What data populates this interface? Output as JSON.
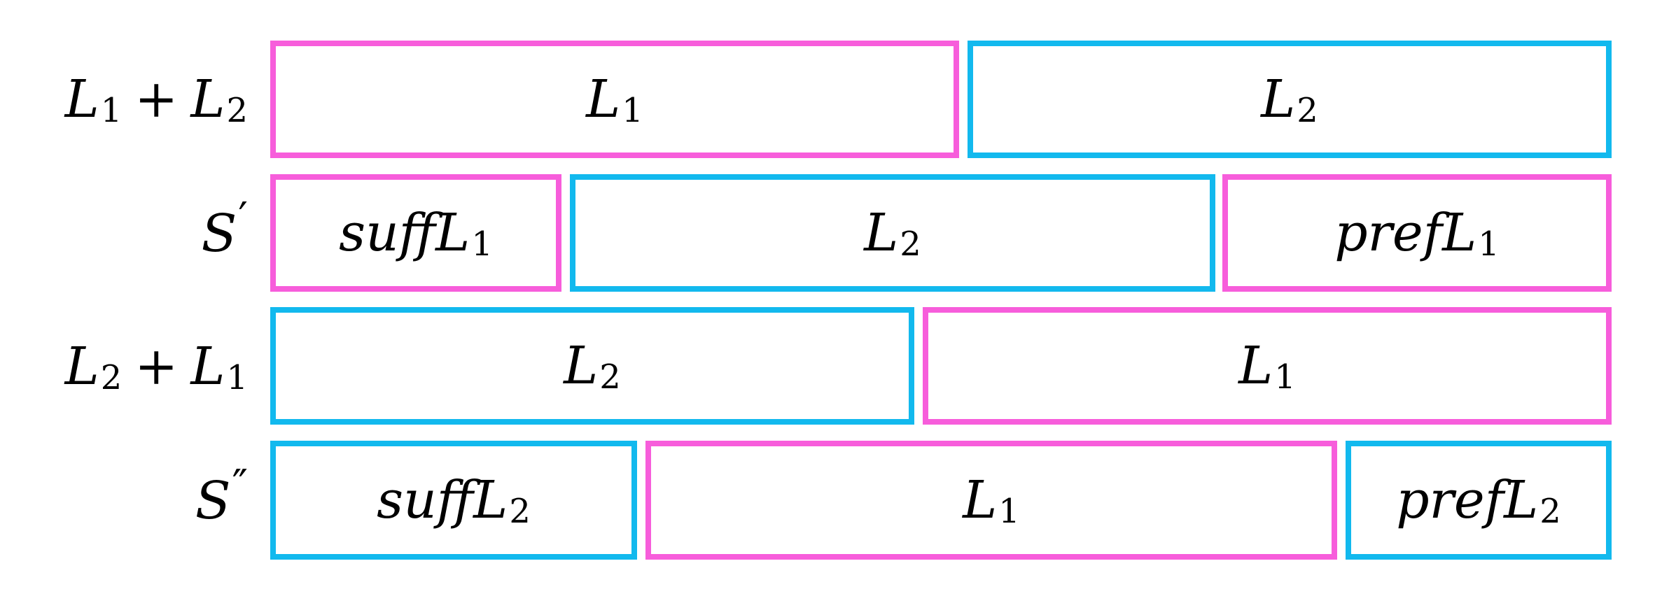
{
  "colors": {
    "pink": "#f75ddb",
    "blue": "#12b9ee"
  },
  "rows": [
    {
      "label": {
        "a": "L",
        "a_sub": "1",
        "op": "+",
        "b": "L",
        "b_sub": "2"
      },
      "segments": [
        {
          "color": "pink",
          "main": "L",
          "sub": "1"
        },
        {
          "color": "blue",
          "main": "L",
          "sub": "2"
        }
      ]
    },
    {
      "label": {
        "main": "S",
        "prime": "′"
      },
      "segments": [
        {
          "color": "pink",
          "main": "suffL",
          "sub": "1"
        },
        {
          "color": "blue",
          "main": "L",
          "sub": "2"
        },
        {
          "color": "pink",
          "main": "prefL",
          "sub": "1"
        }
      ]
    },
    {
      "label": {
        "a": "L",
        "a_sub": "2",
        "op": "+",
        "b": "L",
        "b_sub": "1"
      },
      "segments": [
        {
          "color": "blue",
          "main": "L",
          "sub": "2"
        },
        {
          "color": "pink",
          "main": "L",
          "sub": "1"
        }
      ]
    },
    {
      "label": {
        "main": "S",
        "prime": "″"
      },
      "segments": [
        {
          "color": "blue",
          "main": "suffL",
          "sub": "2"
        },
        {
          "color": "pink",
          "main": "L",
          "sub": "1"
        },
        {
          "color": "blue",
          "main": "prefL",
          "sub": "2"
        }
      ]
    }
  ]
}
